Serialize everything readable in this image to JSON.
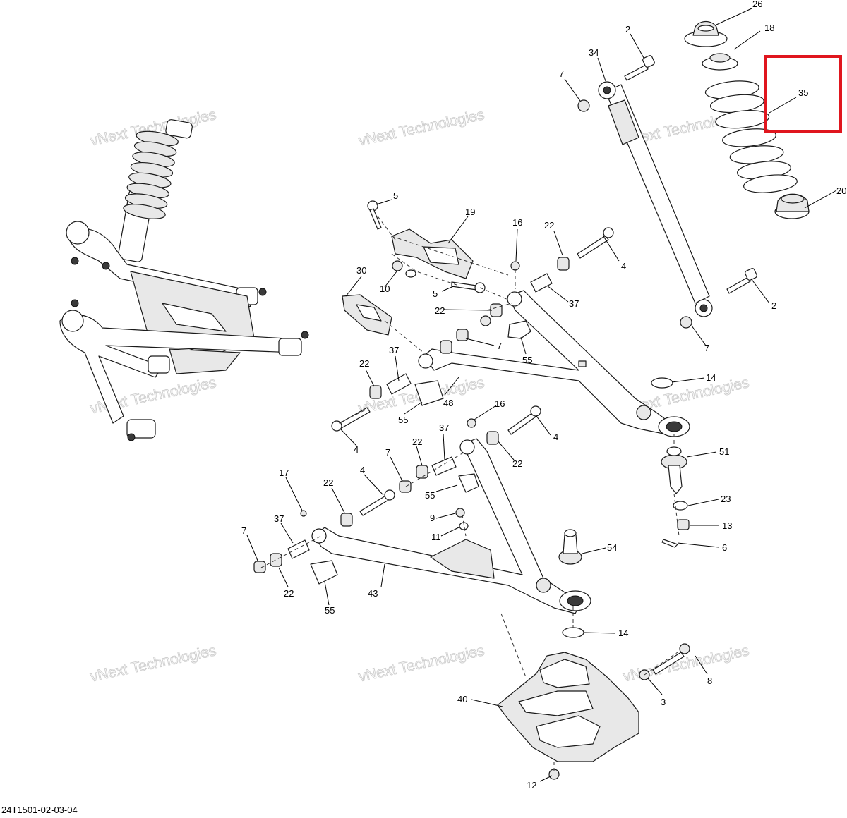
{
  "drawing_code": "24T1501-02-03-04",
  "watermark_text": "vNext Technologies",
  "colors": {
    "highlight": "#e0161e",
    "ink": "#1a1a1a",
    "watermark": "#b9b9b9"
  },
  "callouts": [
    {
      "id": "c26a",
      "label": "26"
    },
    {
      "id": "c18",
      "label": "18"
    },
    {
      "id": "c2a",
      "label": "2"
    },
    {
      "id": "c34",
      "label": "34"
    },
    {
      "id": "c7a",
      "label": "7"
    },
    {
      "id": "c35",
      "label": "35"
    },
    {
      "id": "c20",
      "label": "20"
    },
    {
      "id": "c5a",
      "label": "5"
    },
    {
      "id": "c19",
      "label": "19"
    },
    {
      "id": "c16a",
      "label": "16"
    },
    {
      "id": "c22a",
      "label": "22"
    },
    {
      "id": "c4a",
      "label": "4"
    },
    {
      "id": "c30",
      "label": "30"
    },
    {
      "id": "c10",
      "label": "10"
    },
    {
      "id": "c5b",
      "label": "5"
    },
    {
      "id": "c37a",
      "label": "37"
    },
    {
      "id": "c2b",
      "label": "2"
    },
    {
      "id": "c22b",
      "label": "22"
    },
    {
      "id": "c7b",
      "label": "7"
    },
    {
      "id": "c7c",
      "label": "7"
    },
    {
      "id": "c55a",
      "label": "55"
    },
    {
      "id": "c37b",
      "label": "37"
    },
    {
      "id": "c22c",
      "label": "22"
    },
    {
      "id": "c48",
      "label": "48"
    },
    {
      "id": "c14a",
      "label": "14"
    },
    {
      "id": "c55b",
      "label": "55"
    },
    {
      "id": "c16b",
      "label": "16"
    },
    {
      "id": "c37c",
      "label": "37"
    },
    {
      "id": "c4b",
      "label": "4"
    },
    {
      "id": "c4c",
      "label": "4"
    },
    {
      "id": "c22d",
      "label": "22"
    },
    {
      "id": "c22e",
      "label": "22"
    },
    {
      "id": "c51",
      "label": "51"
    },
    {
      "id": "c7d",
      "label": "7"
    },
    {
      "id": "c17",
      "label": "17"
    },
    {
      "id": "c4d",
      "label": "4"
    },
    {
      "id": "c22f",
      "label": "22"
    },
    {
      "id": "c55c",
      "label": "55"
    },
    {
      "id": "c23",
      "label": "23"
    },
    {
      "id": "c9",
      "label": "9"
    },
    {
      "id": "c37d",
      "label": "37"
    },
    {
      "id": "c11",
      "label": "11"
    },
    {
      "id": "c13",
      "label": "13"
    },
    {
      "id": "c6",
      "label": "6"
    },
    {
      "id": "c7e",
      "label": "7"
    },
    {
      "id": "c54",
      "label": "54"
    },
    {
      "id": "c22g",
      "label": "22"
    },
    {
      "id": "c43",
      "label": "43"
    },
    {
      "id": "c55d",
      "label": "55"
    },
    {
      "id": "c14b",
      "label": "14"
    },
    {
      "id": "c8",
      "label": "8"
    },
    {
      "id": "c3",
      "label": "3"
    },
    {
      "id": "c40",
      "label": "40"
    },
    {
      "id": "c12",
      "label": "12"
    }
  ]
}
